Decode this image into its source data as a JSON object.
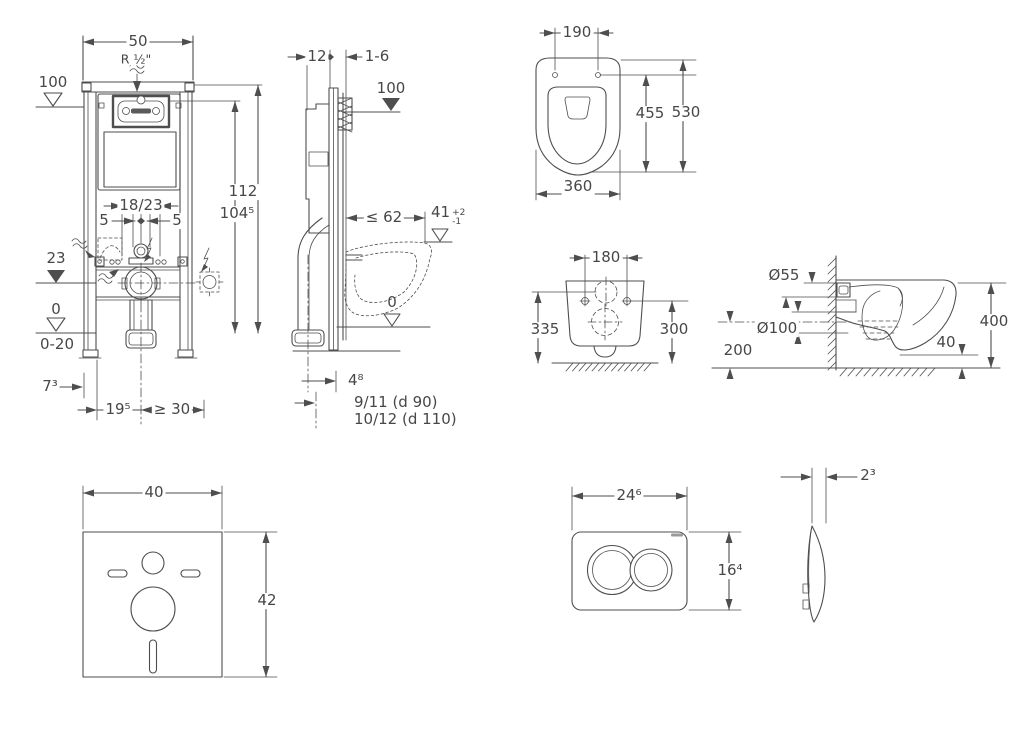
{
  "front": {
    "width_50": "50",
    "thread": "R ½\"",
    "level_100": "100",
    "height_112": "112",
    "height_104": "104⁵",
    "supply_1823": "18/23",
    "offset_5_left": "5",
    "offset_5_right": "5",
    "level_23": "23",
    "level_0": "0",
    "floor_range": "0-20",
    "dim_7": "7³",
    "dim_19": "19⁵",
    "dim_min30": "≥ 30"
  },
  "side": {
    "depth_12": "12",
    "finish_16": "1-6",
    "level_100": "100",
    "depth_max": "≤ 62",
    "rim_41": "41",
    "rim_tol_plus": "+2",
    "rim_tol_minus": "-1",
    "level_0": "0",
    "dim_4": "4⁸",
    "outlet_a": "9/11 (d 90)",
    "outlet_b": "10/12 (d 110)"
  },
  "wc_top": {
    "seat_190": "190",
    "depth_455": "455",
    "depth_530": "530",
    "width_360": "360"
  },
  "wc_rear": {
    "bolts_180": "180",
    "height_335": "335",
    "height_300": "300"
  },
  "wc_side": {
    "inlet_d": "Ø55",
    "outlet_d": "Ø100",
    "height_200": "200",
    "height_400": "400",
    "clear_40": "40"
  },
  "mat": {
    "width_40": "40",
    "height_42": "42"
  },
  "plate": {
    "width": "24⁶",
    "height": "16⁴",
    "thickness": "2³"
  },
  "icons": {
    "water_supply": "wavy-flow-arrow",
    "power_option": "lightning-bolt",
    "level_filled": "▼",
    "level_open": "▽",
    "geberit_logo": "logo-mark"
  }
}
